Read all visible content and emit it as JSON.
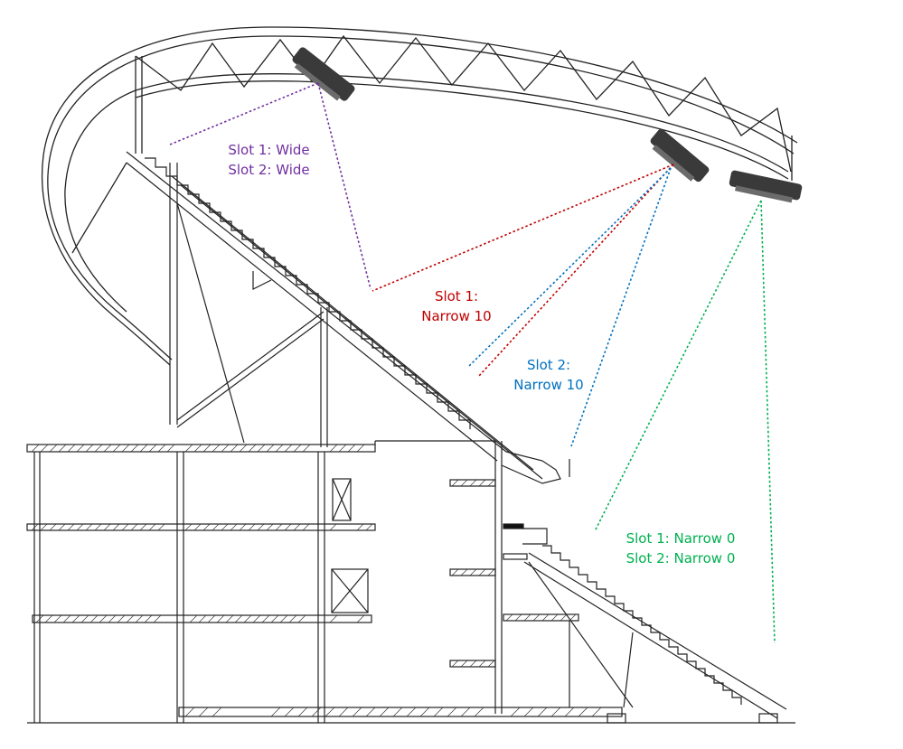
{
  "colors": {
    "purple": "#7030a0",
    "red": "#c00000",
    "blue": "#0070c0",
    "green": "#00b050",
    "structure": "#222222",
    "light_fixture": "#3a3a3a"
  },
  "labels": {
    "purple": {
      "line1": "Slot 1: Wide",
      "line2": "Slot 2: Wide"
    },
    "red": {
      "line1": "Slot 1:",
      "line2": "Narrow 10"
    },
    "blue": {
      "line1": "Slot 2:",
      "line2": "Narrow 10"
    },
    "green": {
      "line1": "Slot 1: Narrow 0",
      "line2": "Slot 2: Narrow 0"
    }
  }
}
